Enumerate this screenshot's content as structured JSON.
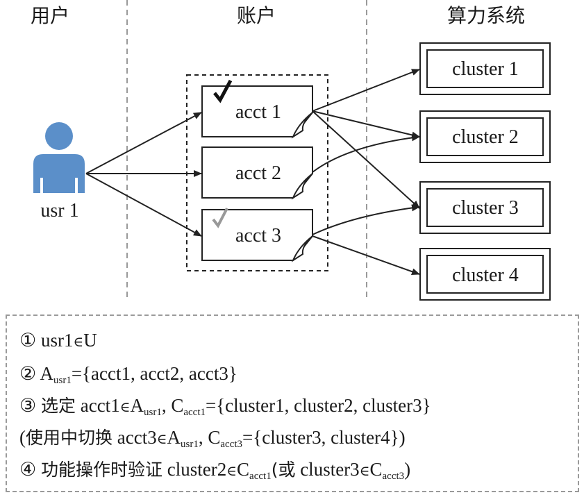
{
  "columns": {
    "user": "用户",
    "account": "账户",
    "system": "算力系统"
  },
  "user": {
    "label": "usr 1",
    "icon": "user-icon",
    "color": "#5b8fc9"
  },
  "accounts": [
    {
      "label": "acct 1",
      "check": "black"
    },
    {
      "label": "acct 2",
      "check": "none"
    },
    {
      "label": "acct 3",
      "check": "gray"
    }
  ],
  "clusters": [
    "cluster 1",
    "cluster 2",
    "cluster 3",
    "cluster 4"
  ],
  "notes": {
    "l1": {
      "num": "①",
      "t1": "usr1",
      "el": "∈",
      "t2": "U"
    },
    "l2": {
      "num": "②",
      "a": "A",
      "asub": "usr1",
      "t": "={acct1, acct2, acct3}"
    },
    "l3": {
      "num": "③",
      "cn": "选定",
      "t1": "acct1",
      "el": "∈",
      "a": "A",
      "asub": "usr1",
      "t2": ", C",
      "csub": "acct1",
      "t3": "={cluster1, cluster2, cluster3}"
    },
    "l4": {
      "open": "(",
      "cn": "使用中切换",
      "t1": "acct3",
      "el": "∈",
      "a": "A",
      "asub": "usr1",
      "t2": ", C",
      "csub": "acct3",
      "t3": "={cluster3, cluster4})"
    },
    "l5": {
      "num": "④",
      "cn": "功能操作时验证",
      "t1": "cluster2",
      "el": "∈",
      "c": "C",
      "csub": "acct1",
      "cn2": "(或",
      "t2": "cluster3",
      "el2": "∈",
      "c2": "C",
      "csub2": "acct3",
      "close": ")"
    }
  }
}
